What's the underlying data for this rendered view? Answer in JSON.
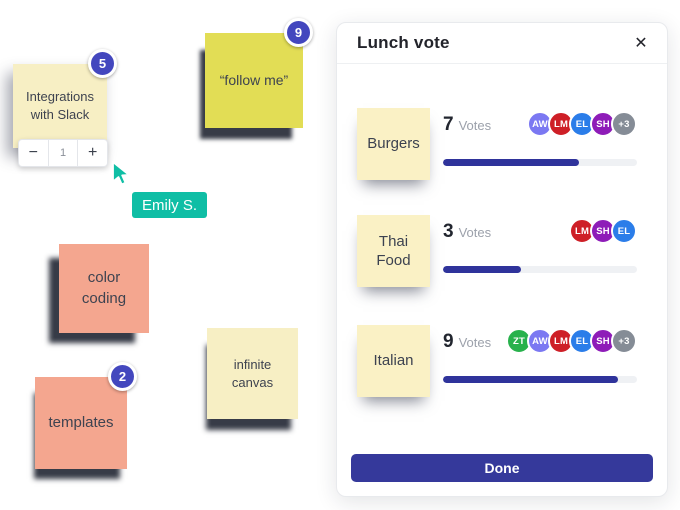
{
  "canvas": {
    "badge_color": "#4347BE",
    "stickies": [
      {
        "text": "Integrations with Slack",
        "badge": "5",
        "color": "#F7EFC4"
      },
      {
        "text": "“follow me”",
        "badge": "9",
        "color": "#E2DD55"
      },
      {
        "text": "color coding",
        "color": "#F4A68F"
      },
      {
        "text": "templates",
        "badge": "2",
        "color": "#F4A68F"
      },
      {
        "text": "infinite canvas",
        "color": "#F7EFC4"
      }
    ],
    "stepper": {
      "minus": "−",
      "value": "1",
      "plus": "+"
    },
    "cursor": {
      "user_label": "Emily S.",
      "color": "#0FBEA5"
    }
  },
  "panel": {
    "title": "Lunch vote",
    "close_icon": "✕",
    "votes_word": "Votes",
    "sticky_color": "#FAF1C5",
    "progress_fill_color": "#2F339B",
    "button_color": "#35399B",
    "rows": [
      {
        "option": "Burgers",
        "votes": "7",
        "progress_pct": 70,
        "avatars": [
          {
            "initials": "AW",
            "color": "#7B78F2"
          },
          {
            "initials": "LM",
            "color": "#CE1F27"
          },
          {
            "initials": "EL",
            "color": "#2B7DE9"
          },
          {
            "initials": "SH",
            "color": "#8E1CB8"
          },
          {
            "initials": "+3",
            "color": "#858C96"
          }
        ]
      },
      {
        "option": "Thai Food",
        "votes": "3",
        "progress_pct": 40,
        "avatars": [
          {
            "initials": "LM",
            "color": "#CE1F27"
          },
          {
            "initials": "SH",
            "color": "#8E1CB8"
          },
          {
            "initials": "EL",
            "color": "#2B7DE9"
          }
        ]
      },
      {
        "option": "Italian",
        "votes": "9",
        "progress_pct": 90,
        "avatars": [
          {
            "initials": "ZT",
            "color": "#28B14C"
          },
          {
            "initials": "AW",
            "color": "#7B78F2"
          },
          {
            "initials": "LM",
            "color": "#CE1F27"
          },
          {
            "initials": "EL",
            "color": "#2B7DE9"
          },
          {
            "initials": "SH",
            "color": "#8E1CB8"
          },
          {
            "initials": "+3",
            "color": "#858C96"
          }
        ]
      }
    ],
    "done_label": "Done"
  }
}
